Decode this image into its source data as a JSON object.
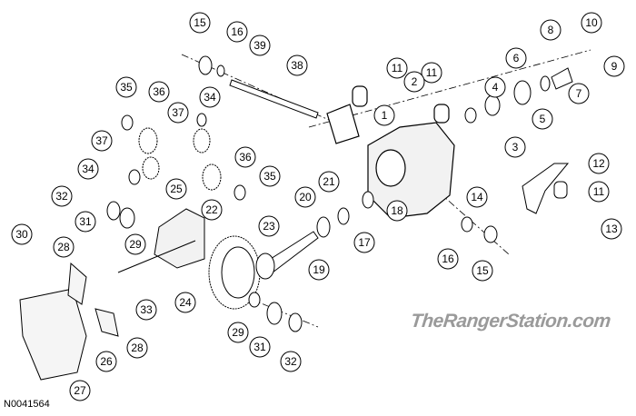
{
  "diagram": {
    "title": "Rear axle differential exploded view",
    "figure_id": "N0041564",
    "watermark": "TheRangerStation.com",
    "callouts": [
      "15",
      "16",
      "39",
      "38",
      "10",
      "8",
      "9",
      "6",
      "7",
      "11",
      "11",
      "4",
      "5",
      "2",
      "1",
      "3",
      "35",
      "36",
      "34",
      "37",
      "37",
      "34",
      "36",
      "35",
      "12",
      "11",
      "14",
      "13",
      "32",
      "25",
      "22",
      "31",
      "29",
      "30",
      "28",
      "21",
      "20",
      "18",
      "17",
      "19",
      "23",
      "16",
      "15",
      "33",
      "24",
      "29",
      "31",
      "32",
      "28",
      "26",
      "27"
    ]
  }
}
